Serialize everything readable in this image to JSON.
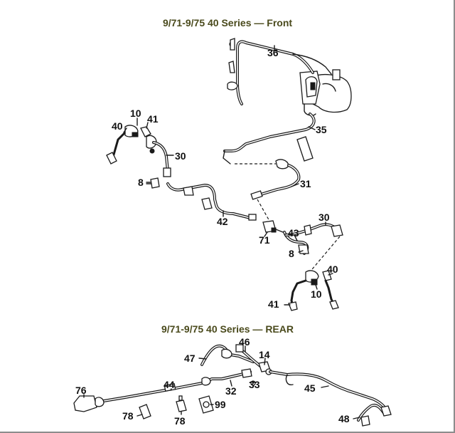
{
  "front": {
    "title": "9/71-9/75 40 Series — Front",
    "callouts": {
      "c36": "36",
      "c35": "35",
      "c31": "31",
      "c10a": "10",
      "c40a": "40",
      "c41a": "41",
      "c30a": "30",
      "c8a": "8",
      "c42": "42",
      "c71": "71",
      "c43": "43",
      "c30b": "30",
      "c8b": "8",
      "c40b": "40",
      "c10b": "10",
      "c41b": "41"
    }
  },
  "rear": {
    "title": "9/71-9/75 40 Series — REAR",
    "callouts": {
      "c46": "46",
      "c47": "47",
      "c14": "14",
      "c76": "76",
      "c44": "44",
      "c32": "32",
      "c33": "33",
      "c45": "45",
      "c99": "99",
      "c78a": "78",
      "c78b": "78",
      "c48": "48"
    }
  }
}
